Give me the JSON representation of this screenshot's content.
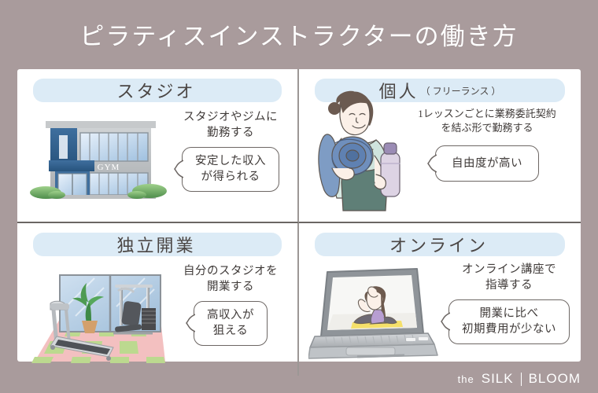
{
  "header": {
    "title": "ピラティスインストラクターの働き方"
  },
  "quadrants": [
    {
      "id": "studio",
      "banner_title": "スタジオ",
      "banner_sub": "",
      "description": "スタジオやジムに\n勤務する",
      "bubble": "安定した収入\nが得られる",
      "art_name": "gym-building-illustration",
      "art_label": "GYM"
    },
    {
      "id": "freelance",
      "banner_title": "個人",
      "banner_sub": "（ フリーランス ）",
      "description": "1レッスンごとに業務委託契約\nを結ぶ形で勤務する",
      "bubble": "自由度が高い",
      "art_name": "freelance-instructor-illustration",
      "art_label": ""
    },
    {
      "id": "independent",
      "banner_title": "独立開業",
      "banner_sub": "",
      "description": "自分のスタジオを\n開業する",
      "bubble": "高収入が\n狙える",
      "art_name": "home-gym-illustration",
      "art_label": ""
    },
    {
      "id": "online",
      "banner_title": "オンライン",
      "banner_sub": "",
      "description": "オンライン講座で\n指導する",
      "bubble": "開業に比べ\n初期費用が少ない",
      "art_name": "laptop-online-lesson-illustration",
      "art_label": ""
    }
  ],
  "footer": {
    "brand_the": "the",
    "brand_silk": "SILK",
    "brand_bloom": "BLOOM"
  },
  "colors": {
    "background": "#a99b9c",
    "card": "#ffffff",
    "banner": "#dcebf6",
    "text": "#3f3a38",
    "divider": "#6b6663"
  }
}
